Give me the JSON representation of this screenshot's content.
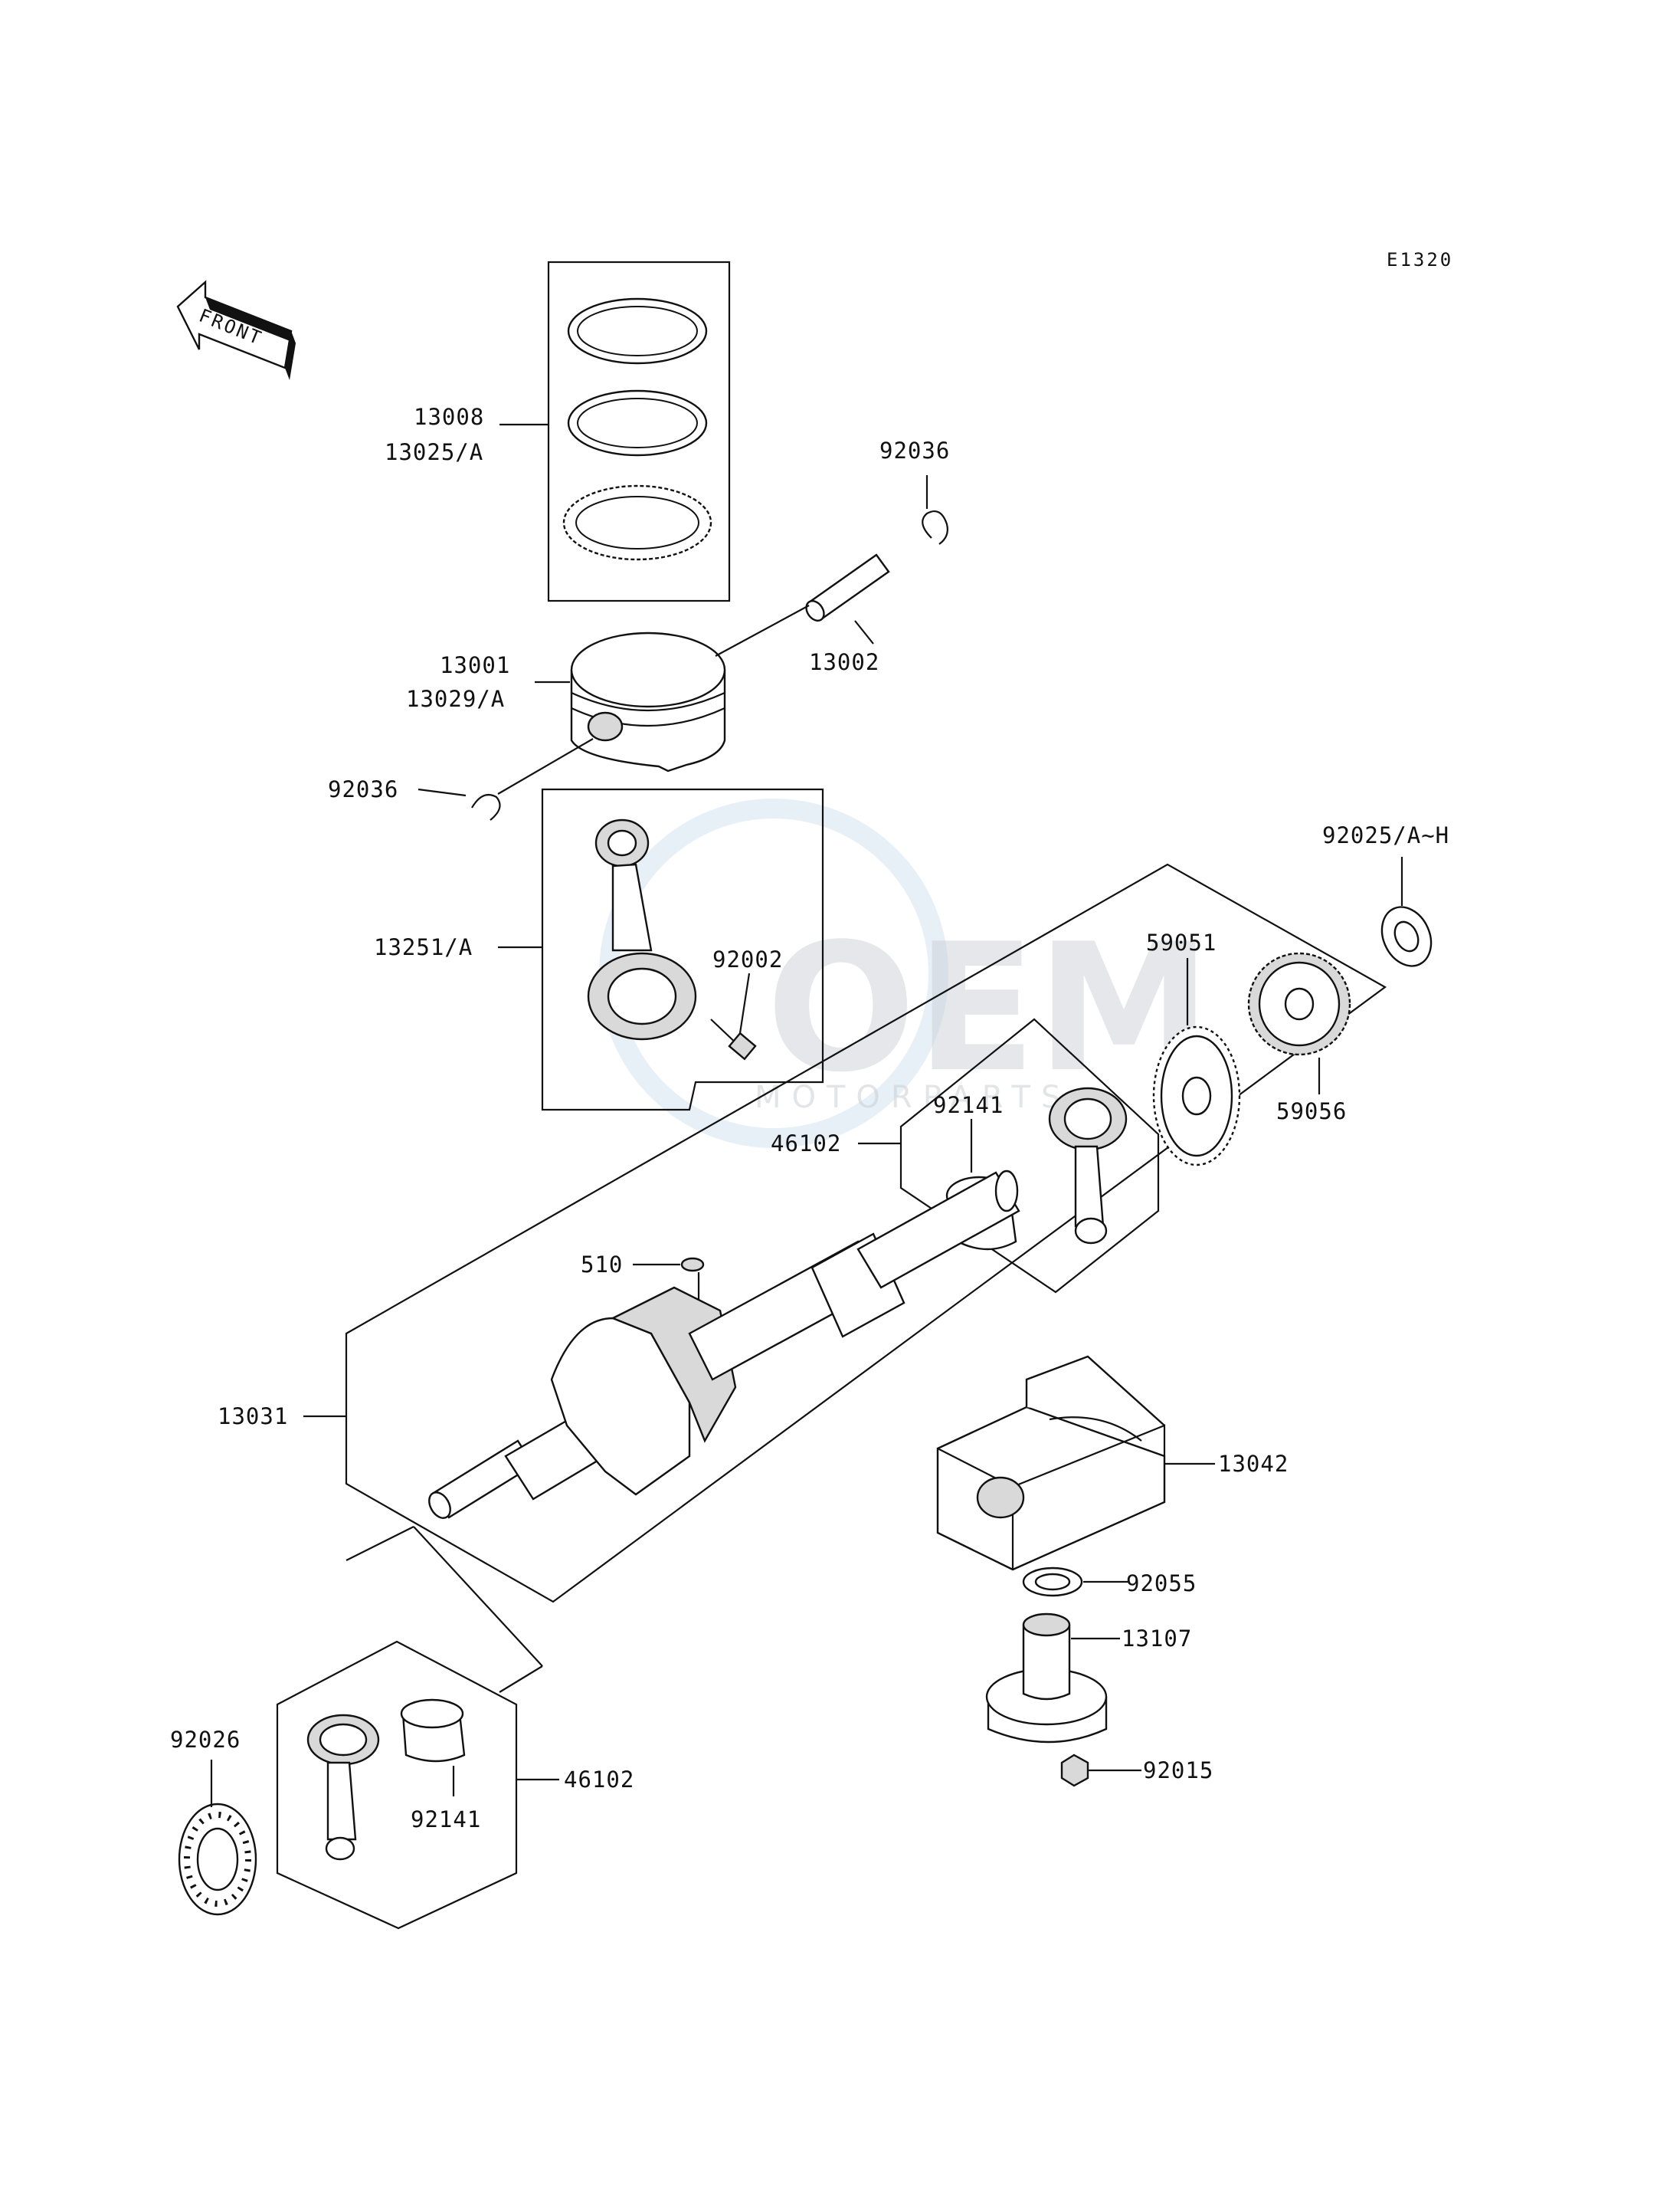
{
  "diagram": {
    "code": "E1320",
    "front_arrow": "FRONT",
    "watermark": {
      "main": "OEM",
      "sub": "MOTORPARTS"
    },
    "labels": {
      "p13008": "13008",
      "p13025a": "13025/A",
      "p92036_top": "92036",
      "p13002": "13002",
      "p13001": "13001",
      "p13029a": "13029/A",
      "p92036_left": "92036",
      "p13251a": "13251/A",
      "p92002": "92002",
      "p92025": "92025/A~H",
      "p59051": "59051",
      "p59056": "59056",
      "p92141_upper": "92141",
      "p46102_upper": "46102",
      "p510": "510",
      "p13031": "13031",
      "p13042": "13042",
      "p92055": "92055",
      "p13107": "13107",
      "p92015": "92015",
      "p92026": "92026",
      "p46102_lower": "46102",
      "p92141_lower": "92141"
    }
  }
}
